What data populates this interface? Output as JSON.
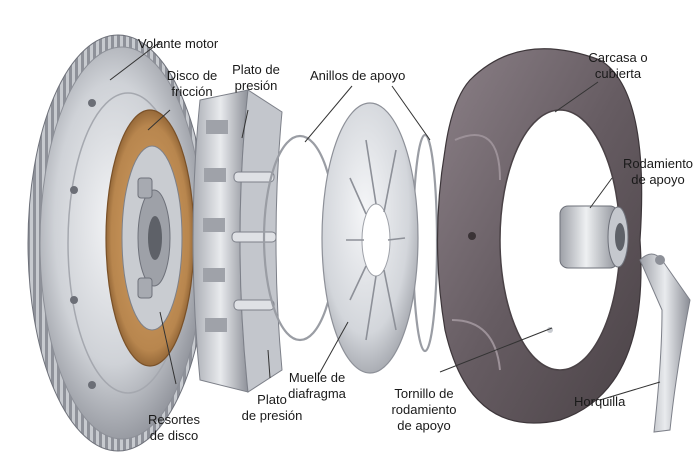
{
  "labels": {
    "flywheel": "Volante motor",
    "friction_disc_line1": "Disco de",
    "friction_disc_line2": "fricción",
    "pressure_plate_top_line1": "Plato de",
    "pressure_plate_top_line2": "presión",
    "support_rings": "Anillos de apoyo",
    "cover_line1": "Carcasa o",
    "cover_line2": "cubierta",
    "bearing_line1": "Rodamiento",
    "bearing_line2": "de apoyo",
    "diaphragm_line1": "Muelle de",
    "diaphragm_line2": "diafragma",
    "bearing_screw_line1": "Tornillo de",
    "bearing_screw_line2": "rodamiento",
    "bearing_screw_line3": "de apoyo",
    "fork": "Horquilla",
    "pressure_plate_bottom_line1": "Plato",
    "pressure_plate_bottom_line2": "de presión",
    "disc_springs_line1": "Resortes",
    "disc_springs_line2": "de disco"
  },
  "colors": {
    "metal_light": "#e4e6ea",
    "metal_mid": "#b9bcc3",
    "metal_dark": "#7d8089",
    "cover_dark": "#5d5358",
    "cover_mid": "#8a7f86",
    "friction": "#b8864e",
    "friction_dark": "#8a5e30"
  }
}
